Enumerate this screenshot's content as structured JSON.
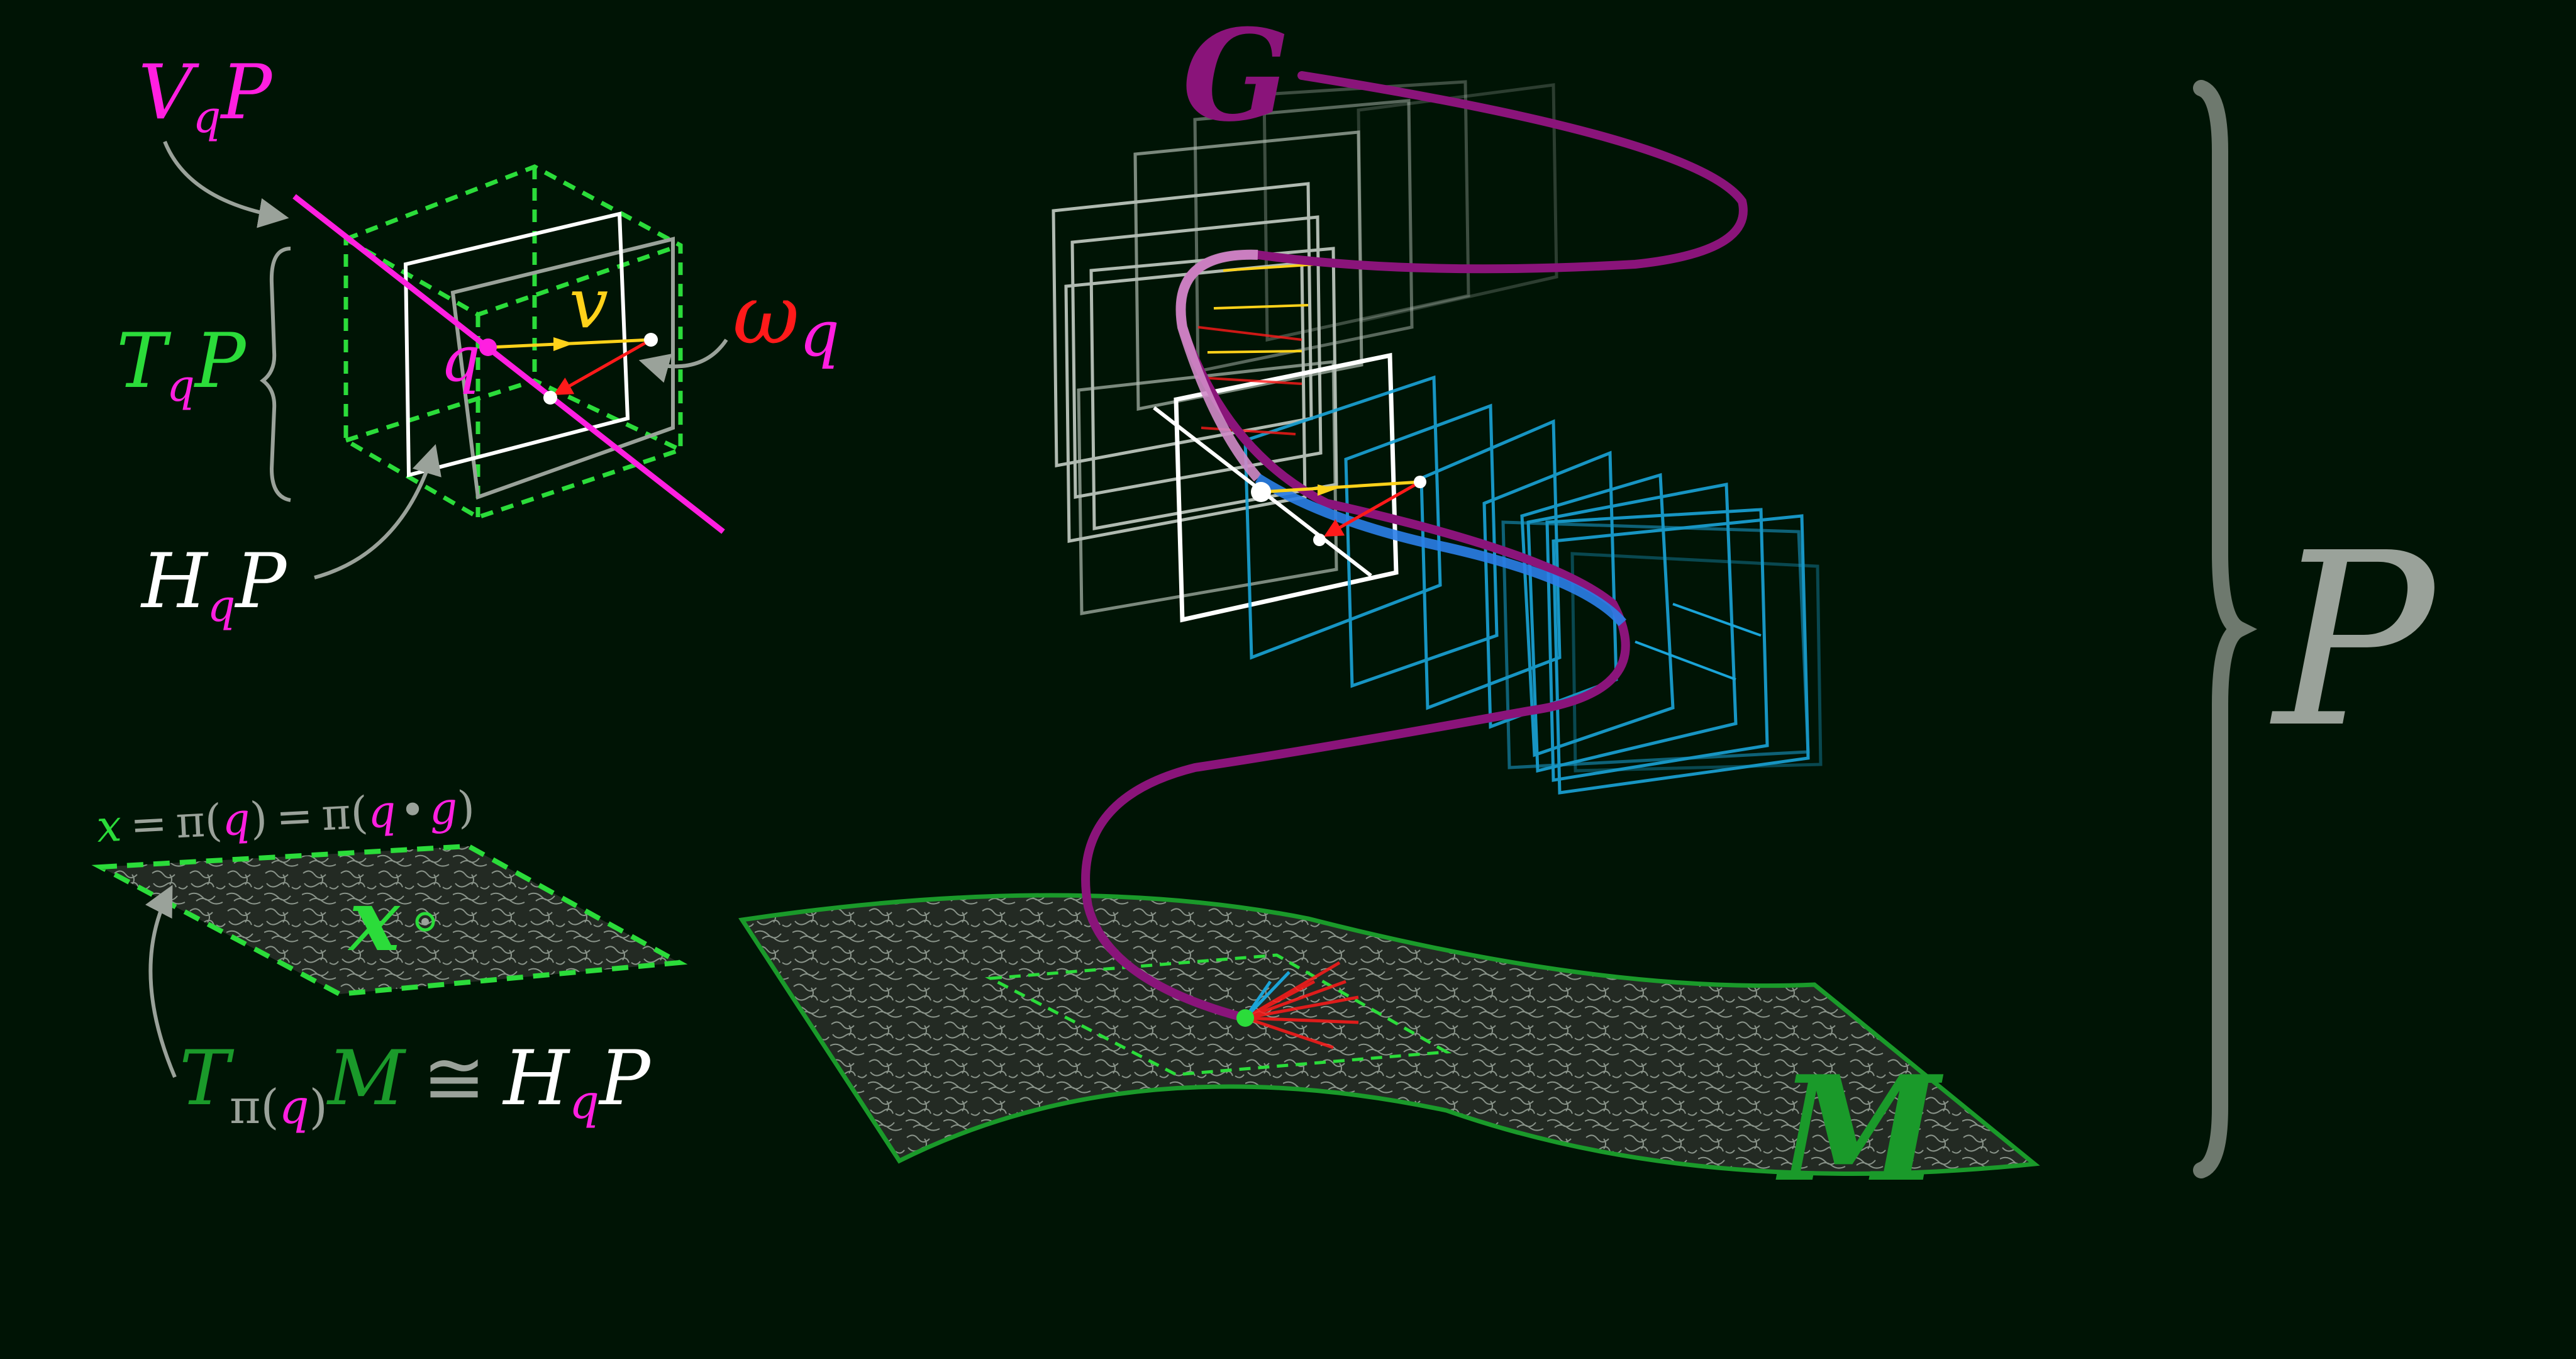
{
  "colors": {
    "background": "#001405",
    "magenta": "#ff1fe0",
    "green": "#2bdc3a",
    "dark_green": "#1a9a2a",
    "red": "#ff1a1a",
    "yellow": "#ffd21a",
    "white": "#ffffff",
    "gray": "#9aa29a",
    "purple": "#8a147a",
    "cyan": "#1aa4d8"
  },
  "tangent_diagram": {
    "vertical_space": {
      "base": "V",
      "sub": "q",
      "tail": "P"
    },
    "tangent_space": {
      "base": "T",
      "sub": "q",
      "tail": "P"
    },
    "horizontal_space": {
      "base": "H",
      "sub": "q",
      "tail": "P"
    },
    "point": "q",
    "vector": "v",
    "form": {
      "base": "ω",
      "sub": "q"
    }
  },
  "base_diagram": {
    "projection_equation": {
      "lhs": "x",
      "eq1": "=",
      "pi1": "π(",
      "q1": "q",
      "close1": ")",
      "eq2": "=",
      "pi2": "π(",
      "q2": "q",
      "dot": "•",
      "g": "g",
      "close2": ")"
    },
    "point": "x",
    "isomorphism": {
      "T": "T",
      "pi": "π(",
      "q": "q",
      "close": ")",
      "M": "M",
      "cong": "≅",
      "H": "H",
      "hq": "q",
      "P": "P"
    }
  },
  "bundle_diagram": {
    "group": "G",
    "base_manifold": "M",
    "total_space": "P"
  }
}
